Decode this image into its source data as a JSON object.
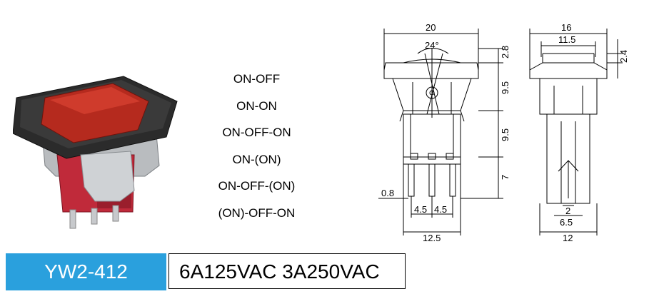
{
  "modes": [
    "ON-OFF",
    "ON-ON",
    "ON-OFF-ON",
    "ON-(ON)",
    "ON-OFF-(ON)",
    "(ON)-OFF-ON"
  ],
  "model": "YW2-412",
  "rating": "6A125VAC 3A250VAC",
  "colors": {
    "model_bg": "#2aa0dd",
    "rocker": "#b52a1e",
    "housing": "#c02a3a"
  },
  "dimensions": {
    "front": {
      "width_top": "20",
      "angle": "24°",
      "cap_height": "2.8",
      "upper_height": "9.5",
      "lower_height": "9.5",
      "terminal_length": "7",
      "terminal_thickness": "0.8",
      "pitch_left": "4.5",
      "pitch_right": "4.5",
      "body_width": "12.5"
    },
    "side": {
      "width_top": "16",
      "inner_width": "11.5",
      "cap_height": "2.4",
      "terminal_width": "2",
      "spread": "6.5",
      "base_width": "12"
    }
  }
}
